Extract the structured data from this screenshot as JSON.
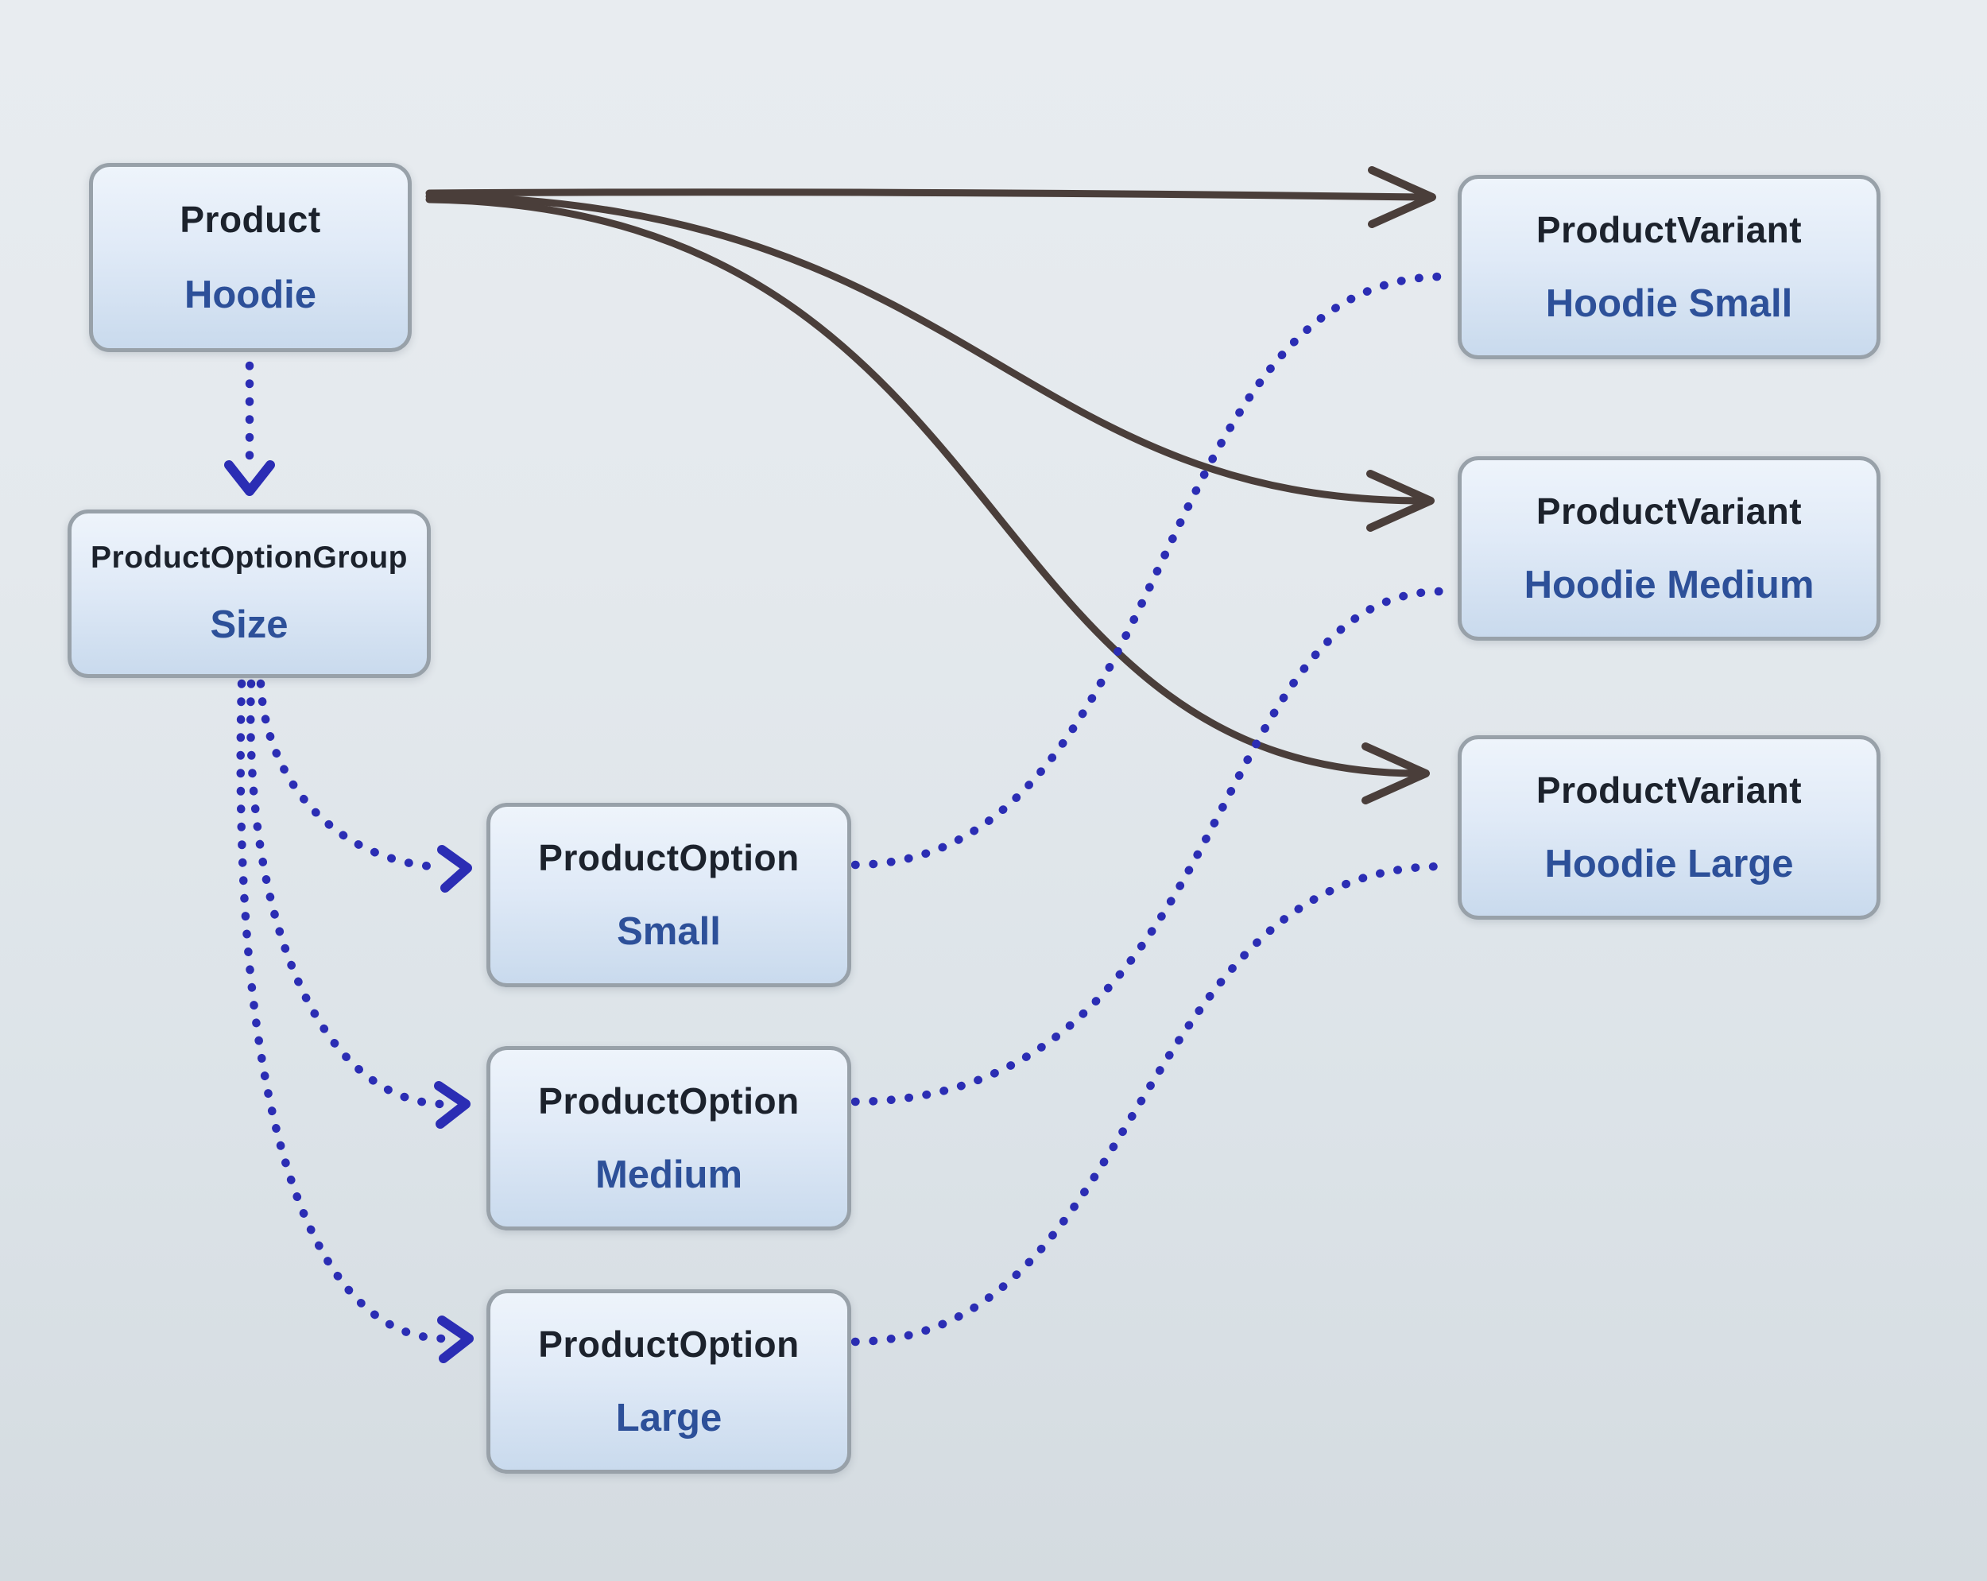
{
  "diagram": {
    "nodes": [
      {
        "id": "product",
        "type": "Product",
        "label": "Hoodie"
      },
      {
        "id": "option-group-size",
        "type": "ProductOptionGroup",
        "label": "Size"
      },
      {
        "id": "option-small",
        "type": "ProductOption",
        "label": "Small"
      },
      {
        "id": "option-medium",
        "type": "ProductOption",
        "label": "Medium"
      },
      {
        "id": "option-large",
        "type": "ProductOption",
        "label": "Large"
      },
      {
        "id": "variant-hoodie-small",
        "type": "ProductVariant",
        "label": "Hoodie Small"
      },
      {
        "id": "variant-hoodie-medium",
        "type": "ProductVariant",
        "label": "Hoodie Medium"
      },
      {
        "id": "variant-hoodie-large",
        "type": "ProductVariant",
        "label": "Hoodie Large"
      }
    ],
    "edges": [
      {
        "from": "product",
        "to": "variant-hoodie-small",
        "style": "solid-arrow"
      },
      {
        "from": "product",
        "to": "variant-hoodie-medium",
        "style": "solid-arrow"
      },
      {
        "from": "product",
        "to": "variant-hoodie-large",
        "style": "solid-arrow"
      },
      {
        "from": "product",
        "to": "option-group-size",
        "style": "dotted-arrow"
      },
      {
        "from": "option-group-size",
        "to": "option-small",
        "style": "dotted-arrow"
      },
      {
        "from": "option-group-size",
        "to": "option-medium",
        "style": "dotted-arrow"
      },
      {
        "from": "option-group-size",
        "to": "option-large",
        "style": "dotted-arrow"
      },
      {
        "from": "option-small",
        "to": "variant-hoodie-small",
        "style": "dotted-line"
      },
      {
        "from": "option-medium",
        "to": "variant-hoodie-medium",
        "style": "dotted-line"
      },
      {
        "from": "option-large",
        "to": "variant-hoodie-large",
        "style": "dotted-line"
      }
    ],
    "colors": {
      "solid_edge": "#4a3e3a",
      "dotted_edge": "#2b2db4",
      "node_border": "#98a1a9",
      "node_fill_top": "#eef4fb",
      "node_fill_bottom": "#c9daed",
      "type_text": "#1c222c",
      "value_text": "#2d5099",
      "background_top": "#e8ecf0",
      "background_bottom": "#d4dbe0"
    }
  }
}
